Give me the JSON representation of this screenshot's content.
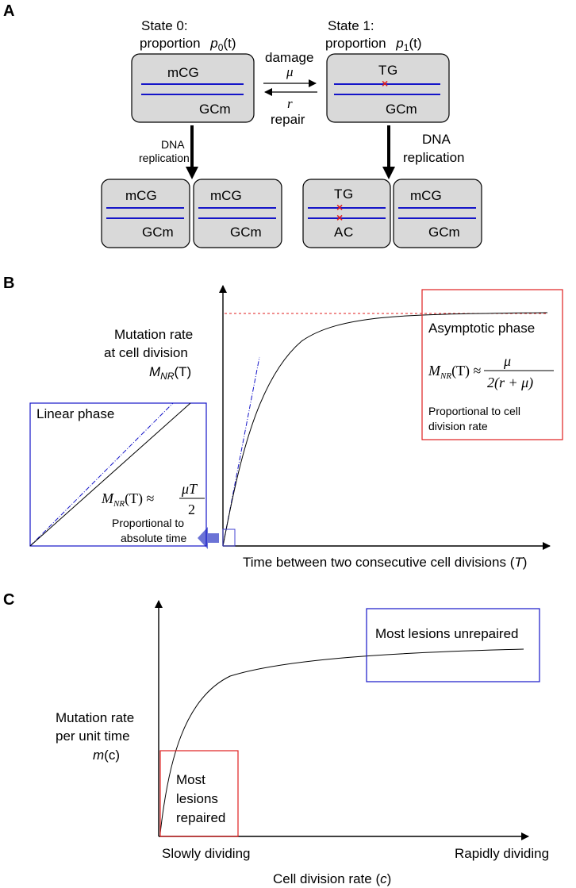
{
  "panels": {
    "a": "A",
    "b": "B",
    "c": "C"
  },
  "panel_a": {
    "state0_title": "State 0:",
    "state0_prop": "proportion",
    "state0_p": "p",
    "state0_sub": "0",
    "state0_arg": "(t)",
    "state1_title": "State 1:",
    "state1_prop": "proportion",
    "state1_p": "p",
    "state1_sub": "1",
    "state1_arg": "(t)",
    "damage": "damage",
    "mu": "μ",
    "r": "r",
    "repair": "repair",
    "dna": "DNA",
    "replication": "replication",
    "mCG": "mCG",
    "GCm": "GCm",
    "T": "T",
    "G": "G",
    "A": "A",
    "C": "C",
    "mismatch_mark": "×"
  },
  "panel_b": {
    "ylabel_1": "Mutation rate",
    "ylabel_2": "at cell division",
    "ylabel_3_M": "M",
    "ylabel_3_sub": "NR",
    "ylabel_3_arg": "(T)",
    "xlabel": "Time between two consecutive cell divisions (",
    "xlabel_var": "T",
    "xlabel_end": ")",
    "asymptotic_title": "Asymptotic phase",
    "asym_eq_left": "M",
    "asym_eq_sub": "NR",
    "asym_eq_mid": "(T) ≈",
    "asym_num": "μ",
    "asym_den": "2(r + μ)",
    "asym_note_1": "Proportional to cell",
    "asym_note_2": "division rate",
    "linear_title": "Linear phase",
    "lin_eq_left": "M",
    "lin_eq_sub": "NR",
    "lin_eq_mid": "(T) ≈",
    "lin_num": "μT",
    "lin_den": "2",
    "lin_note_1": "Proportional to",
    "lin_note_2": "absolute time"
  },
  "panel_c": {
    "ylabel_1": "Mutation rate",
    "ylabel_2": "per unit time",
    "ylabel_3": "m",
    "ylabel_3_arg": "(c)",
    "repaired_1": "Most",
    "repaired_2": "lesions",
    "repaired_3": "repaired",
    "unrepaired": "Most lesions unrepaired",
    "x_left": "Slowly dividing",
    "x_right": "Rapidly dividing",
    "xlabel": "Cell division rate (",
    "xlabel_var": "c",
    "xlabel_end": ")"
  },
  "colors": {
    "strand": "#1414c8",
    "red": "#e01e1e",
    "blue": "#1414c8",
    "box_fill": "#d9d9d9",
    "arrow_blue": "#6b73d6"
  }
}
